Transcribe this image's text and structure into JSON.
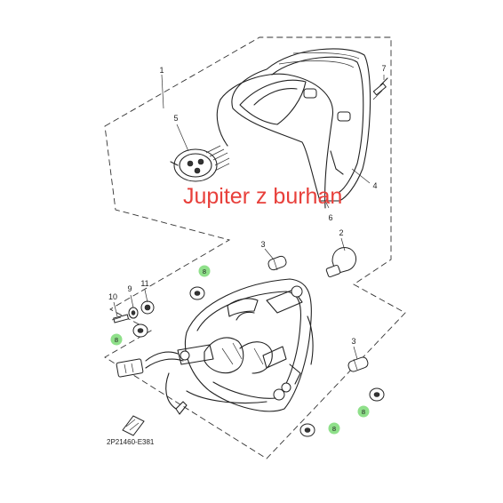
{
  "watermark": "Jupiter z burhan",
  "drawing_code": "2P21460-E381",
  "callouts": [
    {
      "id": "1",
      "label": "1"
    },
    {
      "id": "2",
      "label": "2"
    },
    {
      "id": "3a",
      "label": "3"
    },
    {
      "id": "3b",
      "label": "3"
    },
    {
      "id": "4",
      "label": "4"
    },
    {
      "id": "5",
      "label": "5"
    },
    {
      "id": "6",
      "label": "6"
    },
    {
      "id": "7",
      "label": "7"
    },
    {
      "id": "9",
      "label": "9"
    },
    {
      "id": "10",
      "label": "10"
    },
    {
      "id": "11",
      "label": "11"
    }
  ],
  "highlighted_callouts": [
    {
      "id": "8a",
      "label": "8"
    },
    {
      "id": "8b",
      "label": "8"
    },
    {
      "id": "8c",
      "label": "8"
    },
    {
      "id": "8d",
      "label": "8"
    }
  ],
  "colors": {
    "highlight": "#8fe08a",
    "watermark": "#e8403b",
    "line": "#222222"
  }
}
